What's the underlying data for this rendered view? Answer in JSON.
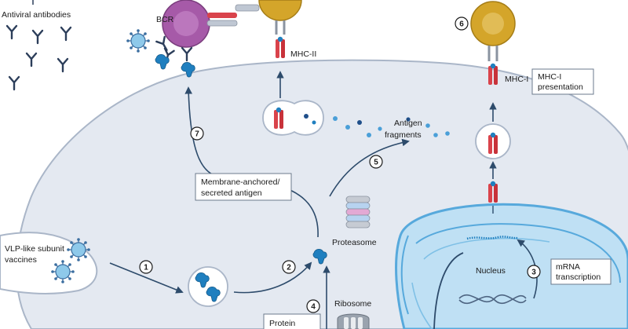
{
  "labels": {
    "antiviral_antibodies": "Antiviral antibodies",
    "bcr": "BCR",
    "mhc_ii": "MHC-II",
    "mhc_i": "MHC-I",
    "mhc_i_presentation_1": "MHC-I",
    "mhc_i_presentation_2": "presentation",
    "antigen_fragments_1": "Antigen",
    "antigen_fragments_2": "fragments",
    "membrane_antigen_1": "Membrane-anchored/",
    "membrane_antigen_2": "secreted antigen",
    "vlp_1": "VLP-like subunit",
    "vlp_2": "vaccines",
    "proteasome": "Proteasome",
    "ribosome": "Ribosome",
    "nucleus": "Nucleus",
    "mrna_1": "mRNA",
    "mrna_2": "transcription",
    "protein": "Protein"
  },
  "steps": {
    "s1": "1",
    "s2": "2",
    "s3": "3",
    "s4": "4",
    "s5": "5",
    "s6": "6",
    "s7": "7"
  },
  "colors": {
    "cell_fill": "#e4e9f1",
    "cell_stroke": "#aab6c8",
    "nucleus_fill": "#bfe0f4",
    "nucleus_stroke": "#57a9dc",
    "antigen_blue": "#1f7fbf",
    "mhc_red": "#d9434b",
    "bcell_purple": "#a65aa8",
    "tcell_gold": "#d4a52a",
    "antibody_navy": "#2c3e5a",
    "arrow": "#2d4b6b"
  }
}
